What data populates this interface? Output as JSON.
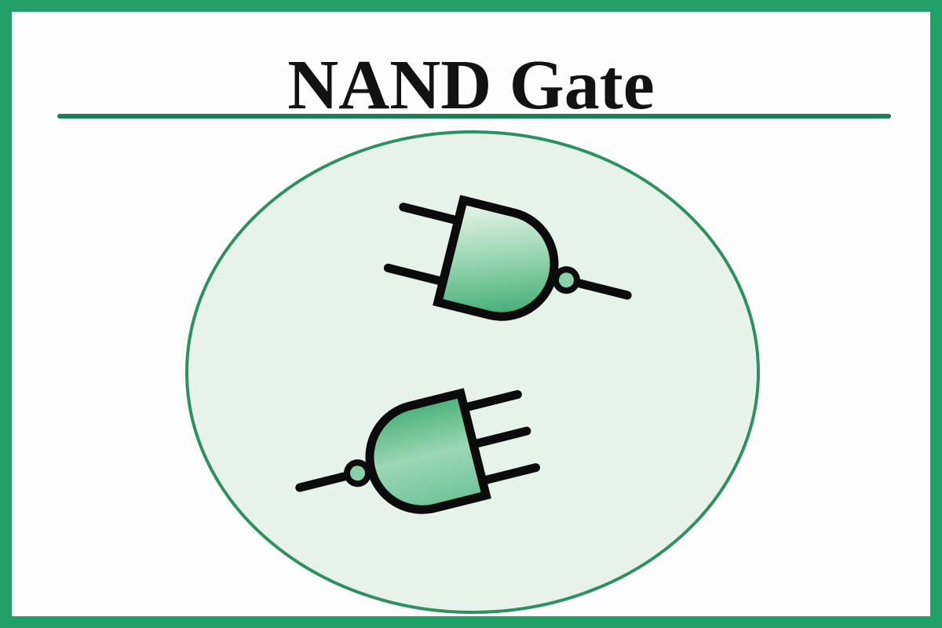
{
  "header": {
    "title": "NAND Gate"
  },
  "colors": {
    "frame_border": "#21a067",
    "content_background": "#fdfdfd",
    "title_text": "#121212",
    "separator": "#1e7e57",
    "ellipse_fill": "#e7f2ea",
    "ellipse_stroke": "#2e8f63",
    "gate_outline": "#0b0b0b",
    "gate_gradient_light": "#e9f4eb",
    "gate_gradient_mid": "#9bd7b3",
    "gate_gradient_mid2": "#6fc497",
    "gate_gradient_dark": "#49b07b",
    "bubble_fill": "#8ad0a8"
  },
  "diagram": {
    "description": "Two green-filled NAND logic gate symbols inside a light green ellipse",
    "gates": [
      {
        "name": "nand-symbol-top",
        "inputs": 2,
        "pointing": "right-tilted"
      },
      {
        "name": "nand-symbol-bottom",
        "inputs": 3,
        "pointing": "left-tilted"
      }
    ]
  }
}
